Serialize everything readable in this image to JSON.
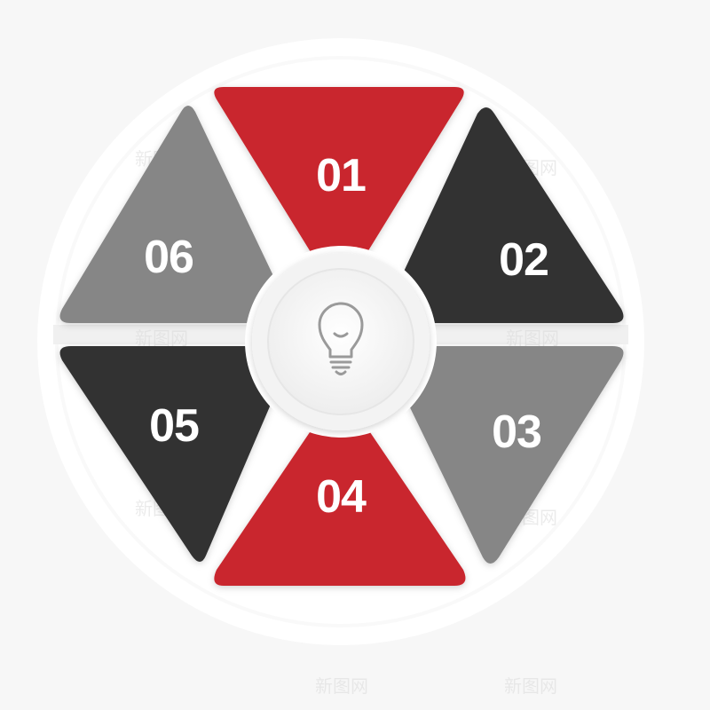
{
  "segments": [
    {
      "label": "01",
      "color": "#c9282e"
    },
    {
      "label": "02",
      "color": "#333333"
    },
    {
      "label": "03",
      "color": "#868686"
    },
    {
      "label": "04",
      "color": "#c9282e"
    },
    {
      "label": "05",
      "color": "#333333"
    },
    {
      "label": "06",
      "color": "#868686"
    }
  ],
  "center": {
    "icon": "lightbulb-icon",
    "icon_color": "#9a9a9a"
  },
  "background_color": "#f7f7f7",
  "ring_color": "#ffffff",
  "watermark": "新图网"
}
